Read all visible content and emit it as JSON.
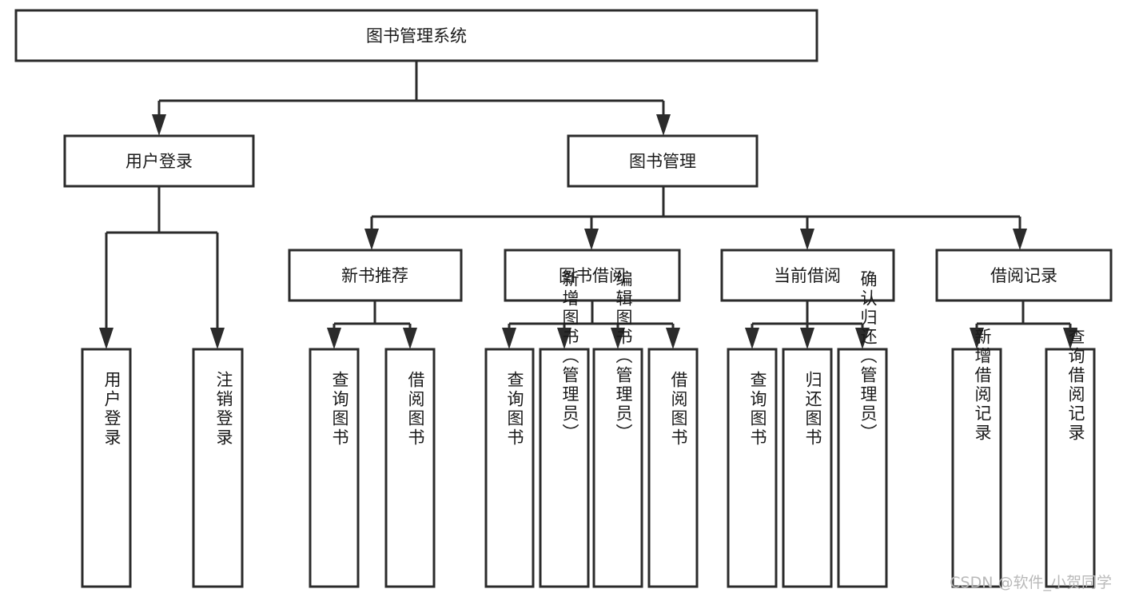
{
  "diagram": {
    "title": "图书管理系统",
    "type": "tree",
    "colors": {
      "stroke": "#2b2b2b",
      "fill": "#ffffff",
      "text": "#1a1a1a",
      "watermark": "#b9b9b9",
      "background": "#ffffff"
    },
    "levels": {
      "root": "图书管理系统",
      "level2": [
        "用户登录",
        "图书管理"
      ],
      "level3": [
        "新书推荐",
        "图书借阅",
        "当前借阅",
        "借阅记录"
      ],
      "level4": [
        "用户登录",
        "注销登录",
        "查询图书",
        "借阅图书",
        "查询图书",
        "新增图书（管理员）",
        "编辑图书（管理员）",
        "借阅图书",
        "查询图书",
        "归还图书",
        "确认归还（管理员）",
        "新增借阅记录",
        "查询借阅记录"
      ]
    },
    "nodes": {
      "root": {
        "label": "图书管理系统",
        "orientation": "horizontal"
      },
      "user_login": {
        "label": "用户登录",
        "orientation": "horizontal"
      },
      "book_manage": {
        "label": "图书管理",
        "orientation": "horizontal"
      },
      "new_book_rec": {
        "label": "新书推荐",
        "orientation": "horizontal"
      },
      "book_borrow": {
        "label": "图书借阅",
        "orientation": "horizontal"
      },
      "current_borrow": {
        "label": "当前借阅",
        "orientation": "horizontal"
      },
      "borrow_record": {
        "label": "借阅记录",
        "orientation": "horizontal"
      },
      "leaf_user_login": {
        "label": "用户登录",
        "orientation": "vertical"
      },
      "leaf_logout": {
        "label": "注销登录",
        "orientation": "vertical"
      },
      "leaf_query_book_1": {
        "label": "查询图书",
        "orientation": "vertical"
      },
      "leaf_borrow_book_1": {
        "label": "借阅图书",
        "orientation": "vertical"
      },
      "leaf_query_book_2": {
        "label": "查询图书",
        "orientation": "vertical"
      },
      "leaf_add_book": {
        "label": "新增图书（管理员）",
        "orientation": "vertical"
      },
      "leaf_edit_book": {
        "label": "编辑图书（管理员）",
        "orientation": "vertical"
      },
      "leaf_borrow_book_2": {
        "label": "借阅图书",
        "orientation": "vertical"
      },
      "leaf_query_book_3": {
        "label": "查询图书",
        "orientation": "vertical"
      },
      "leaf_return_book": {
        "label": "归还图书",
        "orientation": "vertical"
      },
      "leaf_confirm_return": {
        "label": "确认归还（管理员）",
        "orientation": "vertical"
      },
      "leaf_add_record": {
        "label": "新增借阅记录",
        "orientation": "vertical"
      },
      "leaf_query_record": {
        "label": "查询借阅记录",
        "orientation": "vertical"
      }
    },
    "edges": [
      {
        "from": "root",
        "to": "user_login"
      },
      {
        "from": "root",
        "to": "book_manage"
      },
      {
        "from": "user_login",
        "to": "leaf_user_login"
      },
      {
        "from": "user_login",
        "to": "leaf_logout"
      },
      {
        "from": "book_manage",
        "to": "new_book_rec"
      },
      {
        "from": "book_manage",
        "to": "book_borrow"
      },
      {
        "from": "book_manage",
        "to": "current_borrow"
      },
      {
        "from": "book_manage",
        "to": "borrow_record"
      },
      {
        "from": "new_book_rec",
        "to": "leaf_query_book_1"
      },
      {
        "from": "new_book_rec",
        "to": "leaf_borrow_book_1"
      },
      {
        "from": "book_borrow",
        "to": "leaf_query_book_2"
      },
      {
        "from": "book_borrow",
        "to": "leaf_add_book"
      },
      {
        "from": "book_borrow",
        "to": "leaf_edit_book"
      },
      {
        "from": "book_borrow",
        "to": "leaf_borrow_book_2"
      },
      {
        "from": "current_borrow",
        "to": "leaf_query_book_3"
      },
      {
        "from": "current_borrow",
        "to": "leaf_return_book"
      },
      {
        "from": "current_borrow",
        "to": "leaf_confirm_return"
      },
      {
        "from": "borrow_record",
        "to": "leaf_add_record"
      },
      {
        "from": "borrow_record",
        "to": "leaf_query_record"
      }
    ]
  },
  "watermark": {
    "text": "CSDN @软件_小贺同学"
  }
}
